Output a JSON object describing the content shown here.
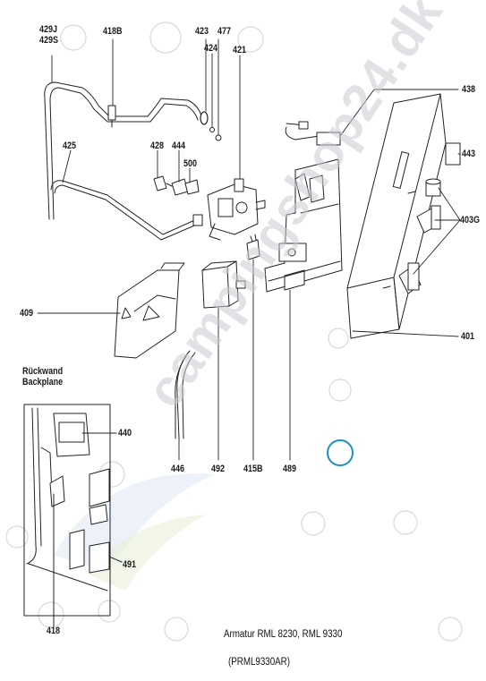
{
  "labels": {
    "p429j": "429J",
    "p429s": "429S",
    "p418b": "418B",
    "p423": "423",
    "p424": "424",
    "p477": "477",
    "p421": "421",
    "p438": "438",
    "p425": "425",
    "p428": "428",
    "p444": "444",
    "p500": "500",
    "p443": "443",
    "p403g": "403G",
    "p409": "409",
    "p401": "401",
    "rueckwand": "Rückwand",
    "backplane": "Backplane",
    "p440": "440",
    "p446": "446",
    "p492": "492",
    "p415b": "415B",
    "p489": "489",
    "p491": "491",
    "p418": "418"
  },
  "caption": {
    "line1": "Armatur RML 8230, RML 9330",
    "line2": "(PRML9330AR)"
  },
  "watermark": "campingshop24.dk",
  "colors": {
    "line": "#222222",
    "ring": "#d8d8d8",
    "highlight_ring": "#1b8fc6"
  }
}
